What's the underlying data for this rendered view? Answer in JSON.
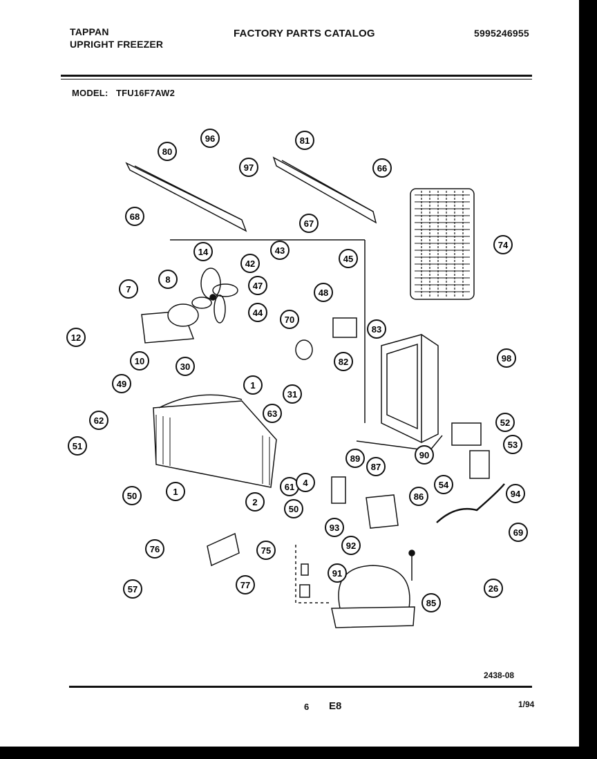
{
  "header": {
    "brand": "TAPPAN",
    "product": "UPRIGHT FREEZER",
    "catalog_title": "FACTORY PARTS CATALOG",
    "catalog_number": "5995246955",
    "model_label": "MODEL:",
    "model_value": "TFU16F7AW2"
  },
  "callouts": [
    "80",
    "96",
    "97",
    "81",
    "66",
    "68",
    "67",
    "74",
    "14",
    "43",
    "42",
    "45",
    "47",
    "48",
    "44",
    "7",
    "8",
    "12",
    "70",
    "83",
    "82",
    "10",
    "30",
    "1",
    "31",
    "98",
    "49",
    "62",
    "63",
    "51",
    "61",
    "52",
    "53",
    "89",
    "87",
    "90",
    "1",
    "2",
    "50",
    "4",
    "50",
    "54",
    "94",
    "86",
    "93",
    "92",
    "69",
    "76",
    "75",
    "91",
    "85",
    "26",
    "57",
    "77"
  ],
  "footer": {
    "diagram_code": "2438-08",
    "page_number": "6",
    "section_code": "E8",
    "date": "1/94"
  }
}
